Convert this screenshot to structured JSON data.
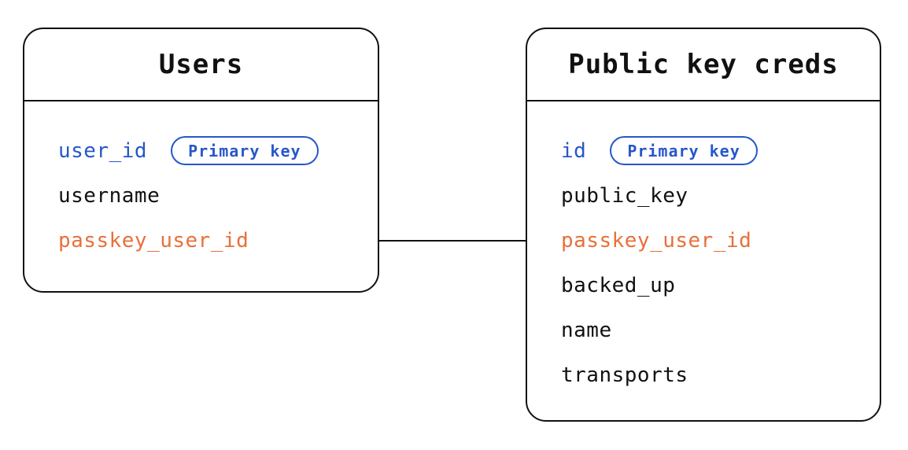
{
  "diagram": {
    "background": "#ffffff",
    "colors": {
      "line": "#111111",
      "text": "#111111",
      "primary_key_blue": "#2757c8",
      "relation_orange": "#e8703a"
    },
    "tables": [
      {
        "title": "Users",
        "fields": [
          {
            "label": "user_id",
            "badge": "Primary key"
          },
          {
            "label": "username"
          },
          {
            "label": "passkey_user_id"
          }
        ]
      },
      {
        "title": "Public key creds",
        "fields": [
          {
            "label": "id",
            "badge": "Primary key"
          },
          {
            "label": "public_key"
          },
          {
            "label": "passkey_user_id"
          },
          {
            "label": "backed_up"
          },
          {
            "label": "name"
          },
          {
            "label": "transports"
          }
        ]
      }
    ],
    "relation": {
      "from_table": "Users",
      "from_field": "passkey_user_id",
      "to_table": "Public key creds",
      "to_field": "passkey_user_id"
    }
  }
}
